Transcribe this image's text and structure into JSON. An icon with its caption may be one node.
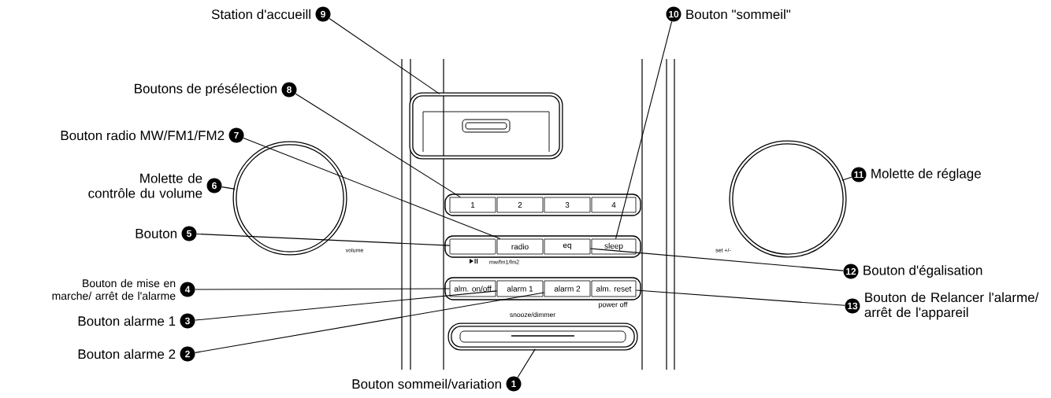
{
  "diagram": {
    "nodes": [
      {
        "text": [
          "Station d'accueill",
          "9"
        ]
      },
      {
        "text": [
          "10",
          "Bouton \"sommeil\""
        ]
      },
      {
        "text": [
          "Boutons de présélection",
          "8"
        ]
      },
      {
        "text": [],
        "shape": "box"
      },
      {
        "text": [
          "Bouton radio MW/FM1/FM2",
          "7"
        ]
      },
      {
        "text": [
          "Molette de contrôle du volume",
          "6"
        ]
      },
      {
        "text": [],
        "shape": "circle",
        "beside": [
          "volume"
        ]
      },
      {
        "text": [],
        "shape": "circle",
        "beside": [
          "set +/-"
        ]
      },
      {
        "text": [
          "11",
          "Molette de réglage"
        ]
      },
      {
        "text": [],
        "shape": "box"
      },
      {
        "text": [
          "1"
        ],
        "in": 9
      },
      {
        "text": [
          "2"
        ],
        "in": 9
      },
      {
        "text": [
          "3"
        ],
        "in": 9
      },
      {
        "text": [
          "4"
        ],
        "in": 9
      },
      {
        "text": [
          "Bouton",
          "5"
        ]
      },
      {
        "text": [],
        "shape": "box"
      },
      {
        "text": [],
        "shape": "box",
        "in": 15
      },
      {
        "text": [
          "radio"
        ],
        "in": 15,
        "beside": [
          "mw/fm1/fm2"
        ]
      },
      {
        "text": [
          "eq"
        ],
        "in": 15
      },
      {
        "text": [
          "sleep"
        ],
        "in": 15
      },
      {
        "text": [
          "12",
          "Bouton d'égalisation"
        ]
      },
      {
        "text": [
          "Bouton de mise en marche/ arrêt de l'alarme",
          "4"
        ]
      },
      {
        "text": [],
        "shape": "box"
      },
      {
        "text": [
          "alm. on/off"
        ],
        "in": 22
      },
      {
        "text": [
          "alarm 1"
        ],
        "in": 22
      },
      {
        "text": [
          "alarm 2"
        ],
        "in": 22
      },
      {
        "text": [
          "alm. reset"
        ],
        "in": 22,
        "beside": [
          "power off"
        ]
      },
      {
        "text": [
          "Bouton alarme 1",
          "3"
        ]
      },
      {
        "text": [
          "13",
          "Bouton de Relancer l'alarme/ arrêt de l'appareil"
        ]
      },
      {
        "text": [
          "Bouton alarme 2",
          "2"
        ]
      },
      {
        "text": [],
        "shape": "bar",
        "beside": [
          "snooze/dimmer"
        ]
      },
      {
        "text": [
          "Bouton sommeil/variation",
          "1"
        ]
      }
    ],
    "edges": [
      {
        "from": 0,
        "to": 3,
        "arrow": "none"
      },
      {
        "from": 1,
        "to": 19,
        "arrow": "none"
      },
      {
        "from": 2,
        "to": 10,
        "arrow": "none"
      },
      {
        "from": 4,
        "to": 17,
        "arrow": "none"
      },
      {
        "from": 5,
        "to": 6,
        "arrow": "none"
      },
      {
        "from": 8,
        "to": 7,
        "arrow": "none"
      },
      {
        "from": 14,
        "to": 16,
        "arrow": "none"
      },
      {
        "from": 20,
        "to": 18,
        "arrow": "none"
      },
      {
        "from": 21,
        "to": 23,
        "arrow": "none"
      },
      {
        "from": 27,
        "to": 24,
        "arrow": "none"
      },
      {
        "from": 28,
        "to": 26,
        "arrow": "none"
      },
      {
        "from": 29,
        "to": 25,
        "arrow": "none"
      },
      {
        "from": 31,
        "to": 30,
        "arrow": "none"
      }
    ]
  }
}
